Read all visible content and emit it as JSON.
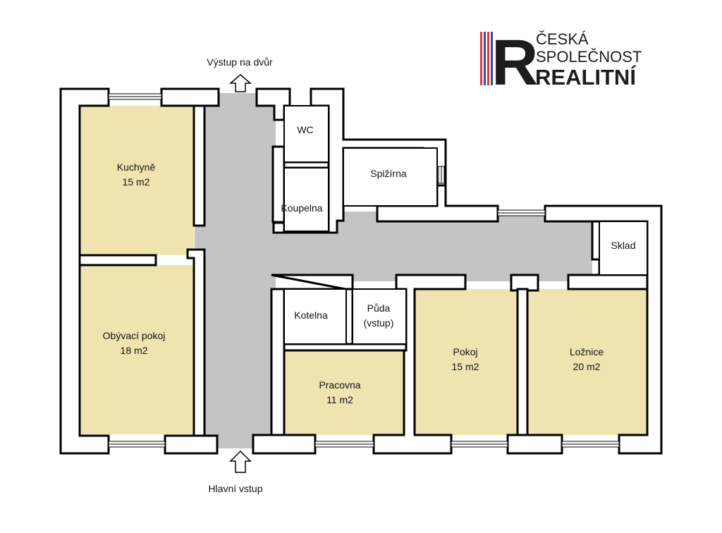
{
  "logo": {
    "line1": "ČESKÁ",
    "line2": "SPOLEČNOST",
    "line3": "REALITNÍ",
    "emblem_letter": "R",
    "colors": {
      "stripe_red": "#e2363f",
      "stripe_blue": "#2f4aa0",
      "dark": "#1d1d1b"
    }
  },
  "entrances": {
    "top": "Výstup na dvůr",
    "bottom": "Hlavní vstup"
  },
  "rooms": {
    "kitchen": {
      "name": "Kuchyně",
      "area": "15 m2"
    },
    "living": {
      "name": "Obývací pokoj",
      "area": "18 m2"
    },
    "wc": {
      "name": "WC"
    },
    "bathroom": {
      "name": "Koupelna"
    },
    "pantry": {
      "name": "Spižírna"
    },
    "storage": {
      "name": "Sklad"
    },
    "boiler": {
      "name": "Kotelna"
    },
    "attic": {
      "name": "Půda",
      "note": "(vstup)"
    },
    "study": {
      "name": "Pracovna",
      "area": "11 m2"
    },
    "room": {
      "name": "Pokoj",
      "area": "15 m2"
    },
    "bedroom": {
      "name": "Ložnice",
      "area": "20 m2"
    }
  },
  "colors": {
    "living_area": "#efe4b0",
    "circulation": "#c4c4c4",
    "wall": "#000000",
    "service_room": "#ffffff"
  }
}
